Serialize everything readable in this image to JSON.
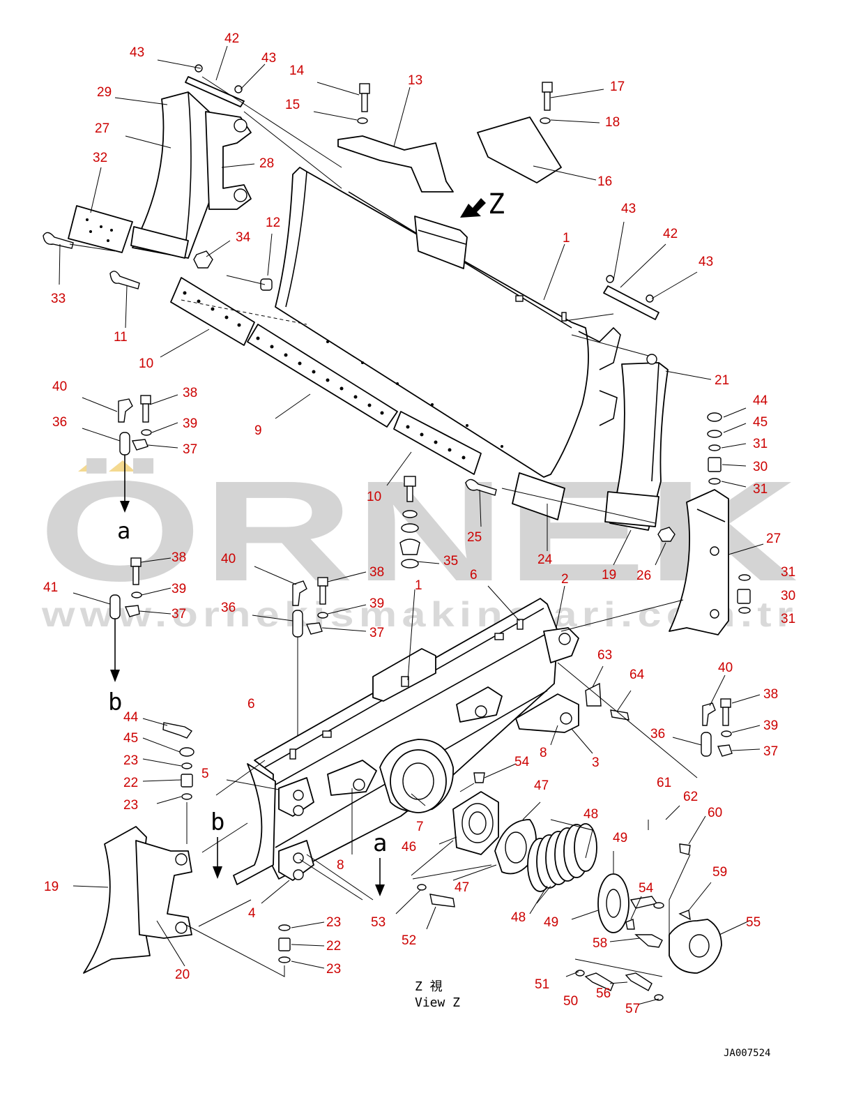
{
  "watermark": {
    "brand": "ÖRNEK",
    "url": "www.ornekismakinalari.com.tr"
  },
  "view_caption": {
    "jp": "Z 視",
    "en": "View Z"
  },
  "z_marker": "Z",
  "section_marks": {
    "a": "a",
    "b": "b"
  },
  "drawing_code": "JA007524",
  "callouts": [
    {
      "id": "c1",
      "text": "43"
    },
    {
      "id": "c2",
      "text": "42"
    },
    {
      "id": "c3",
      "text": "43"
    },
    {
      "id": "c4",
      "text": "14"
    },
    {
      "id": "c5",
      "text": "13"
    },
    {
      "id": "c6",
      "text": "17"
    },
    {
      "id": "c7",
      "text": "29"
    },
    {
      "id": "c8",
      "text": "15"
    },
    {
      "id": "c9",
      "text": "18"
    },
    {
      "id": "c10",
      "text": "27"
    },
    {
      "id": "c11",
      "text": "28"
    },
    {
      "id": "c12",
      "text": "32"
    },
    {
      "id": "c13",
      "text": "16"
    },
    {
      "id": "c14",
      "text": "43"
    },
    {
      "id": "c15",
      "text": "12"
    },
    {
      "id": "c16",
      "text": "34"
    },
    {
      "id": "c17",
      "text": "1"
    },
    {
      "id": "c18",
      "text": "42"
    },
    {
      "id": "c19",
      "text": "43"
    },
    {
      "id": "c20",
      "text": "33"
    },
    {
      "id": "c21",
      "text": "11"
    },
    {
      "id": "c22",
      "text": "10"
    },
    {
      "id": "c23",
      "text": "21"
    },
    {
      "id": "c24",
      "text": "40"
    },
    {
      "id": "c25",
      "text": "38"
    },
    {
      "id": "c26",
      "text": "44"
    },
    {
      "id": "c27",
      "text": "36"
    },
    {
      "id": "c28",
      "text": "39"
    },
    {
      "id": "c29",
      "text": "9"
    },
    {
      "id": "c30",
      "text": "45"
    },
    {
      "id": "c31",
      "text": "37"
    },
    {
      "id": "c32",
      "text": "31"
    },
    {
      "id": "c33",
      "text": "30"
    },
    {
      "id": "c34",
      "text": "31"
    },
    {
      "id": "c35",
      "text": "10"
    },
    {
      "id": "c36",
      "text": "25"
    },
    {
      "id": "c37",
      "text": "24"
    },
    {
      "id": "c38",
      "text": "19"
    },
    {
      "id": "c39",
      "text": "26"
    },
    {
      "id": "c40",
      "text": "27"
    },
    {
      "id": "c41",
      "text": "38"
    },
    {
      "id": "c42",
      "text": "40"
    },
    {
      "id": "c43",
      "text": "38"
    },
    {
      "id": "c44",
      "text": "35"
    },
    {
      "id": "c45",
      "text": "6"
    },
    {
      "id": "c46",
      "text": "2"
    },
    {
      "id": "c47",
      "text": "31"
    },
    {
      "id": "c48",
      "text": "41"
    },
    {
      "id": "c49",
      "text": "39"
    },
    {
      "id": "c50",
      "text": "1"
    },
    {
      "id": "c51",
      "text": "30"
    },
    {
      "id": "c52",
      "text": "37"
    },
    {
      "id": "c53",
      "text": "36"
    },
    {
      "id": "c54",
      "text": "39"
    },
    {
      "id": "c55",
      "text": "31"
    },
    {
      "id": "c56",
      "text": "37"
    },
    {
      "id": "c57",
      "text": "63"
    },
    {
      "id": "c58",
      "text": "40"
    },
    {
      "id": "c59",
      "text": "64"
    },
    {
      "id": "c60",
      "text": "38"
    },
    {
      "id": "c61",
      "text": "6"
    },
    {
      "id": "c62",
      "text": "44"
    },
    {
      "id": "c63",
      "text": "39"
    },
    {
      "id": "c64",
      "text": "45"
    },
    {
      "id": "c65",
      "text": "36"
    },
    {
      "id": "c66",
      "text": "37"
    },
    {
      "id": "c67",
      "text": "8"
    },
    {
      "id": "c68",
      "text": "3"
    },
    {
      "id": "c69",
      "text": "23"
    },
    {
      "id": "c70",
      "text": "5"
    },
    {
      "id": "c71",
      "text": "54"
    },
    {
      "id": "c72",
      "text": "22"
    },
    {
      "id": "c73",
      "text": "47"
    },
    {
      "id": "c74",
      "text": "61"
    },
    {
      "id": "c75",
      "text": "62"
    },
    {
      "id": "c76",
      "text": "23"
    },
    {
      "id": "c77",
      "text": "60"
    },
    {
      "id": "c78",
      "text": "48"
    },
    {
      "id": "c79",
      "text": "7"
    },
    {
      "id": "c80",
      "text": "49"
    },
    {
      "id": "c81",
      "text": "46"
    },
    {
      "id": "c82",
      "text": "8"
    },
    {
      "id": "c83",
      "text": "59"
    },
    {
      "id": "c84",
      "text": "19"
    },
    {
      "id": "c85",
      "text": "47"
    },
    {
      "id": "c86",
      "text": "54"
    },
    {
      "id": "c87",
      "text": "53"
    },
    {
      "id": "c88",
      "text": "4"
    },
    {
      "id": "c89",
      "text": "23"
    },
    {
      "id": "c90",
      "text": "48"
    },
    {
      "id": "c91",
      "text": "49"
    },
    {
      "id": "c92",
      "text": "55"
    },
    {
      "id": "c93",
      "text": "52"
    },
    {
      "id": "c94",
      "text": "22"
    },
    {
      "id": "c95",
      "text": "58"
    },
    {
      "id": "c96",
      "text": "20"
    },
    {
      "id": "c97",
      "text": "23"
    },
    {
      "id": "c98",
      "text": "51"
    },
    {
      "id": "c99",
      "text": "56"
    },
    {
      "id": "c100",
      "text": "50"
    },
    {
      "id": "c101",
      "text": "57"
    }
  ]
}
